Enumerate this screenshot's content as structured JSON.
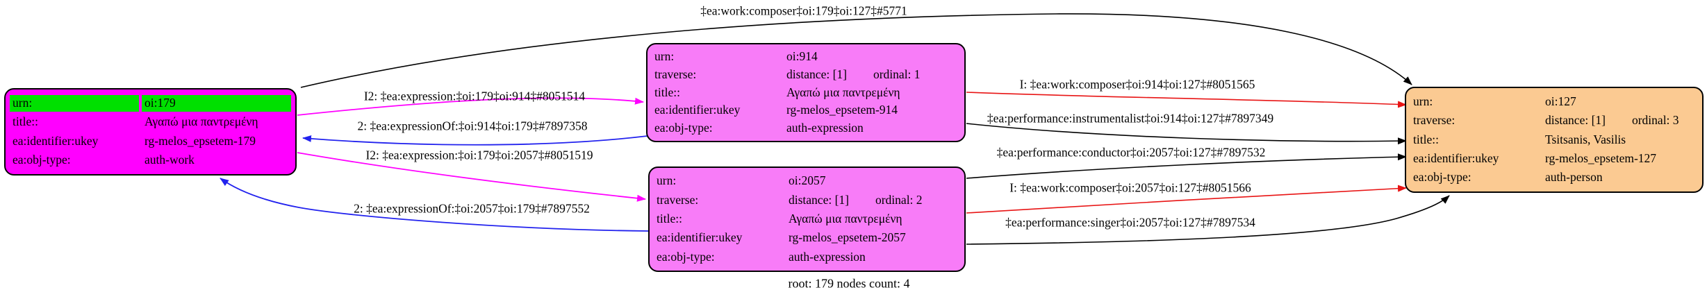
{
  "colors": {
    "black": "#000000",
    "magenta": "#ff00ff",
    "blue": "#2222ee",
    "red": "#e81414",
    "node_work_fill": "#ff00ff",
    "node_work_highlight": "#00e000",
    "node_expression_fill": "#f87cf8",
    "node_person_fill": "#fbca92"
  },
  "nodes": {
    "oi179": {
      "rows": [
        {
          "key": "urn:",
          "value": "oi:179"
        },
        {
          "key": "title::",
          "value": "Αγαπώ μια παντρεμένη"
        },
        {
          "key": "ea:identifier:ukey",
          "value": "rg-melos_epsetem-179"
        },
        {
          "key": "ea:obj-type:",
          "value": "auth-work"
        }
      ]
    },
    "oi914": {
      "rows": [
        {
          "key": "urn:",
          "value": "oi:914"
        },
        {
          "key": "traverse:",
          "value": "distance: [1]",
          "value2": "ordinal: 1"
        },
        {
          "key": "title::",
          "value": "Αγαπώ μια παντρεμένη"
        },
        {
          "key": "ea:identifier:ukey",
          "value": "rg-melos_epsetem-914"
        },
        {
          "key": "ea:obj-type:",
          "value": "auth-expression"
        }
      ]
    },
    "oi2057": {
      "rows": [
        {
          "key": "urn:",
          "value": "oi:2057"
        },
        {
          "key": "traverse:",
          "value": "distance: [1]",
          "value2": "ordinal: 2"
        },
        {
          "key": "title::",
          "value": "Αγαπώ μια παντρεμένη"
        },
        {
          "key": "ea:identifier:ukey",
          "value": "rg-melos_epsetem-2057"
        },
        {
          "key": "ea:obj-type:",
          "value": "auth-expression"
        }
      ]
    },
    "oi127": {
      "rows": [
        {
          "key": "urn:",
          "value": "oi:127"
        },
        {
          "key": "traverse:",
          "value": "distance: [1]",
          "value2": "ordinal: 3"
        },
        {
          "key": "title::",
          "value": "Tsitsanis, Vasilis"
        },
        {
          "key": "ea:identifier:ukey",
          "value": "rg-melos_epsetem-127"
        },
        {
          "key": "ea:obj-type:",
          "value": "auth-person"
        }
      ]
    }
  },
  "edges": [
    {
      "label": "‡ea:work:composer‡oi:179‡oi:127‡#5771"
    },
    {
      "label": "I2: ‡ea:expression:‡oi:179‡oi:914‡#8051514"
    },
    {
      "label": "2: ‡ea:expressionOf:‡oi:914‡oi:179‡#7897358"
    },
    {
      "label": "I2: ‡ea:expression:‡oi:179‡oi:2057‡#8051519"
    },
    {
      "label": "2: ‡ea:expressionOf:‡oi:2057‡oi:179‡#7897552"
    },
    {
      "label": "I: ‡ea:work:composer‡oi:914‡oi:127‡#8051565"
    },
    {
      "label": "‡ea:performance:instrumentalist‡oi:914‡oi:127‡#7897349"
    },
    {
      "label": "‡ea:performance:conductor‡oi:2057‡oi:127‡#7897532"
    },
    {
      "label": "I: ‡ea:work:composer‡oi:2057‡oi:127‡#8051566"
    },
    {
      "label": "‡ea:performance:singer‡oi:2057‡oi:127‡#7897534"
    }
  ],
  "footer": {
    "root_label": "root: 179 nodes count: 4"
  }
}
